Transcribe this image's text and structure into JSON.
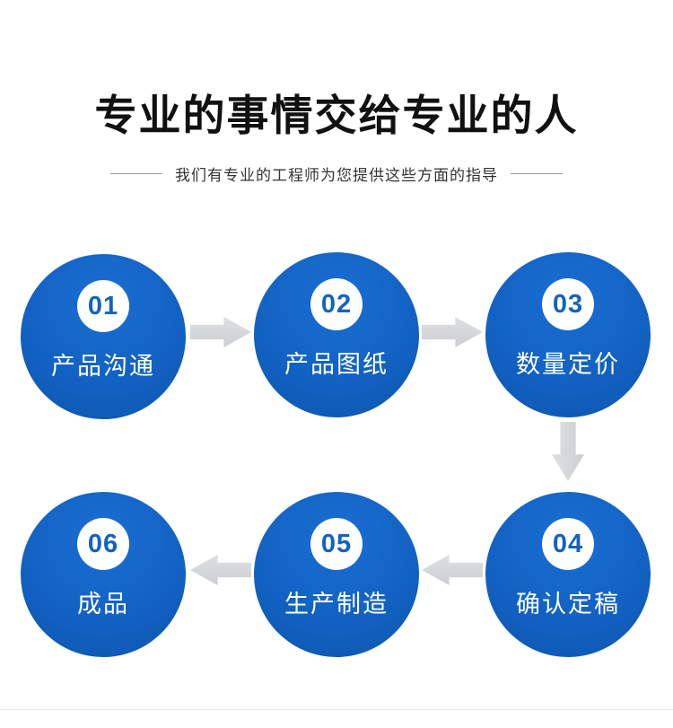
{
  "header": {
    "title": "专业的事情交给专业的人",
    "subtitle": "我们有专业的工程师为您提供这些方面的指导"
  },
  "steps": [
    {
      "number": "01",
      "label": "产品沟通"
    },
    {
      "number": "02",
      "label": "产品图纸"
    },
    {
      "number": "03",
      "label": "数量定价"
    },
    {
      "number": "04",
      "label": "确认定稿"
    },
    {
      "number": "05",
      "label": "生产制造"
    },
    {
      "number": "06",
      "label": "成品"
    }
  ],
  "icons": {
    "flow": [
      "arrow-right-icon",
      "arrow-right-icon",
      "arrow-down-icon",
      "arrow-left-icon",
      "arrow-left-icon"
    ]
  },
  "colors": {
    "circle_blue": "#1262c3",
    "arrow_gray": "#cdcfd2",
    "title": "#111111",
    "subtitle": "#333333"
  }
}
